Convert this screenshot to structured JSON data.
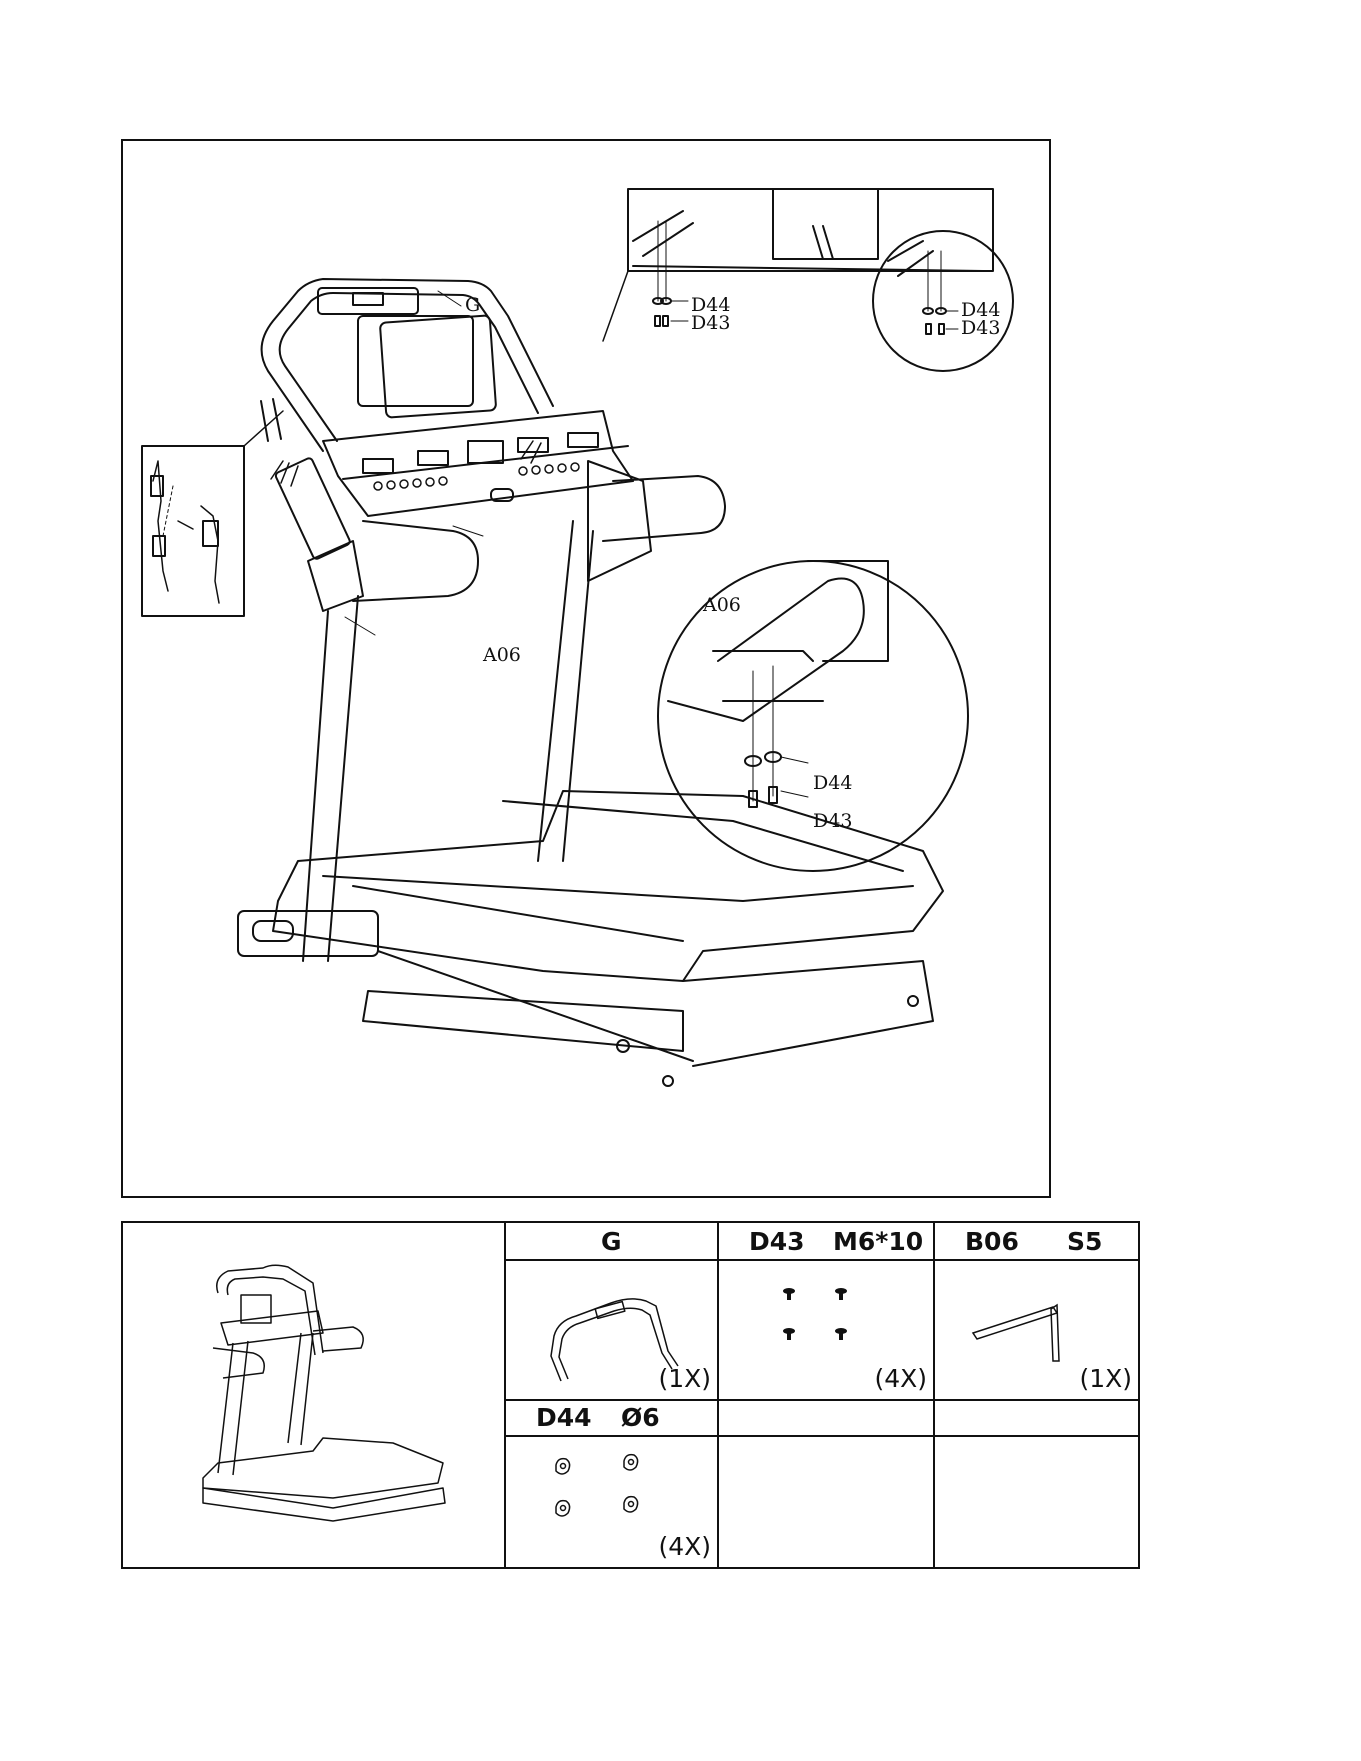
{
  "callouts": {
    "g": "G",
    "a06_left": "A06",
    "a06_right": "A06",
    "d44_top_detail": "D44",
    "d43_top_detail": "D43",
    "d44_top_circle": "D44",
    "d43_top_circle": "D43",
    "d44_big_circle": "D44",
    "d43_big_circle": "D43"
  },
  "parts": [
    {
      "code": "G",
      "spec": "",
      "qty": "(1X)"
    },
    {
      "code": "D43",
      "spec": "M6*10",
      "qty": "(4X)"
    },
    {
      "code": "B06",
      "spec": "S5",
      "qty": "(1X)"
    },
    {
      "code": "D44",
      "spec": "Ø6",
      "qty": "(4X)"
    }
  ]
}
